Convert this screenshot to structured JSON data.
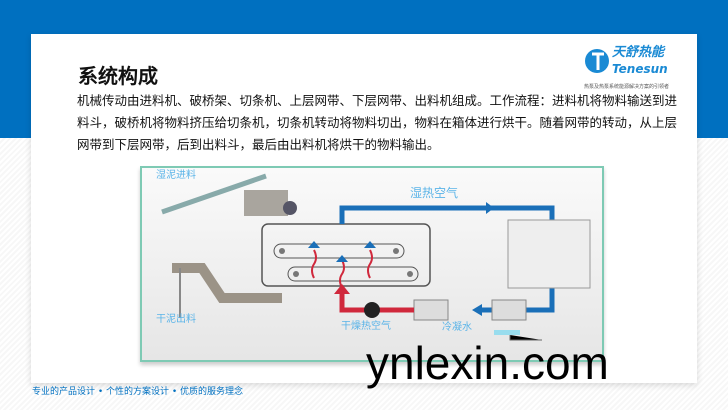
{
  "slide": {
    "title": "系统构成",
    "logo": {
      "cn": "天舒热能",
      "en": "Tenesun",
      "tagline": "热泵及热泵系统能源解决方案的引领者"
    },
    "description": "机械传动由进料机、破桥架、切条机、上层网带、下层网带、出料机组成。工作流程：进料机将物料输送到进料斗，破桥机将物料挤压给切条机，切条机转动将物料切出，物料在箱体进行烘干。随着网带的转动，从上层网带到下层网带，后到出料斗，最后由出料机将烘干的物料输出。",
    "diagram": {
      "wet_in": "湿泥进料",
      "dry_out": "干泥出料",
      "humid_air": "湿热空气",
      "dry_air": "干燥热空气",
      "condensate": "冷凝水"
    },
    "footer": "专业的产品设计 • 个性的方案设计 • 优质的服务理念"
  },
  "watermark": "ynlexin.com",
  "colors": {
    "brand": "#0070c0",
    "hot": "#d0283c",
    "cool": "#1a6fb8"
  }
}
